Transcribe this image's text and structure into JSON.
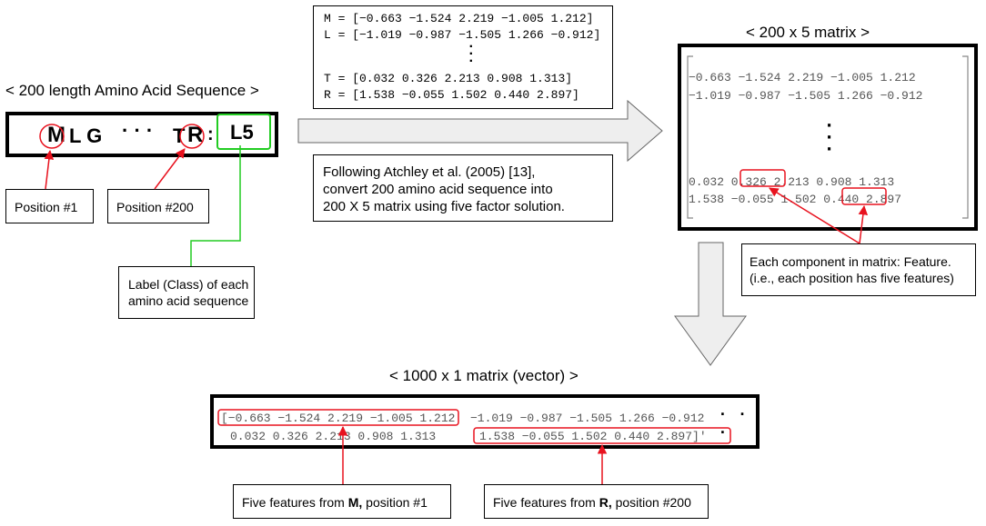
{
  "sequence_panel": {
    "title": "< 200 length  Amino Acid Sequence >",
    "seq_first": "M",
    "seq_middle": "L G",
    "seq_ellipsis": "· · ·",
    "seq_pre_last": "T",
    "seq_last": "R",
    "seq_colon": ":",
    "label_value": "L5",
    "position_first": "Position #1",
    "position_last": "Position #200",
    "label_note_line1": "Label (Class) of each",
    "label_note_line2": "amino acid sequence"
  },
  "factor_box": {
    "row_m": "M = [−0.663 −1.524 2.219 −1.005 1.212]",
    "row_l": "L = [−1.019 −0.987 −1.505 1.266 −0.912]",
    "row_t": "T = [0.032  0.326  2.213  0.908  1.313]",
    "row_r": "R = [1.538 −0.055  1.502  0.440  2.897]"
  },
  "conversion_note": {
    "line1": "Following Atchley et al. (2005) [13],",
    "line2": "convert 200 amino acid sequence into",
    "line3": "200 X 5 matrix using five factor solution."
  },
  "matrix_panel": {
    "title": "< 200 x 5 matrix >",
    "row1": "−0.663 −1.524 2.219 −1.005 1.212",
    "row2": "−1.019 −0.987 −1.505 1.266 −0.912",
    "row3": "0.032  0.326  2.213  0.908  1.313",
    "row4": "1.538 −0.055  1.502  0.440  2.897",
    "feature_note_line1": "Each component in matrix: Feature.",
    "feature_note_line2": "(i.e., each position has five features)"
  },
  "vector_panel": {
    "title": "< 1000 x 1 matrix (vector) >",
    "row1_part1": "[−0.663 −1.524 2.219 −1.005 1.212",
    "row1_part2": "−1.019 −0.987 −1.505 1.266 −0.912",
    "row1_ellipsis": "· · ·",
    "row2_part1": "0.032  0.326  2.213  0.908  1.313",
    "row2_part2": "1.538 −0.055  1.502  0.440  2.897]′",
    "note_m_prefix": "Five features from ",
    "note_m_bold": "M,",
    "note_m_suffix": " position #1",
    "note_r_prefix": "Five features from ",
    "note_r_bold": "R,",
    "note_r_suffix": " position #200"
  },
  "colors": {
    "highlight_red": "#e8121e",
    "label_green": "#22cc22",
    "arrow_fill": "#eeeeee",
    "arrow_stroke": "#666666",
    "number_gray": "#555555"
  }
}
